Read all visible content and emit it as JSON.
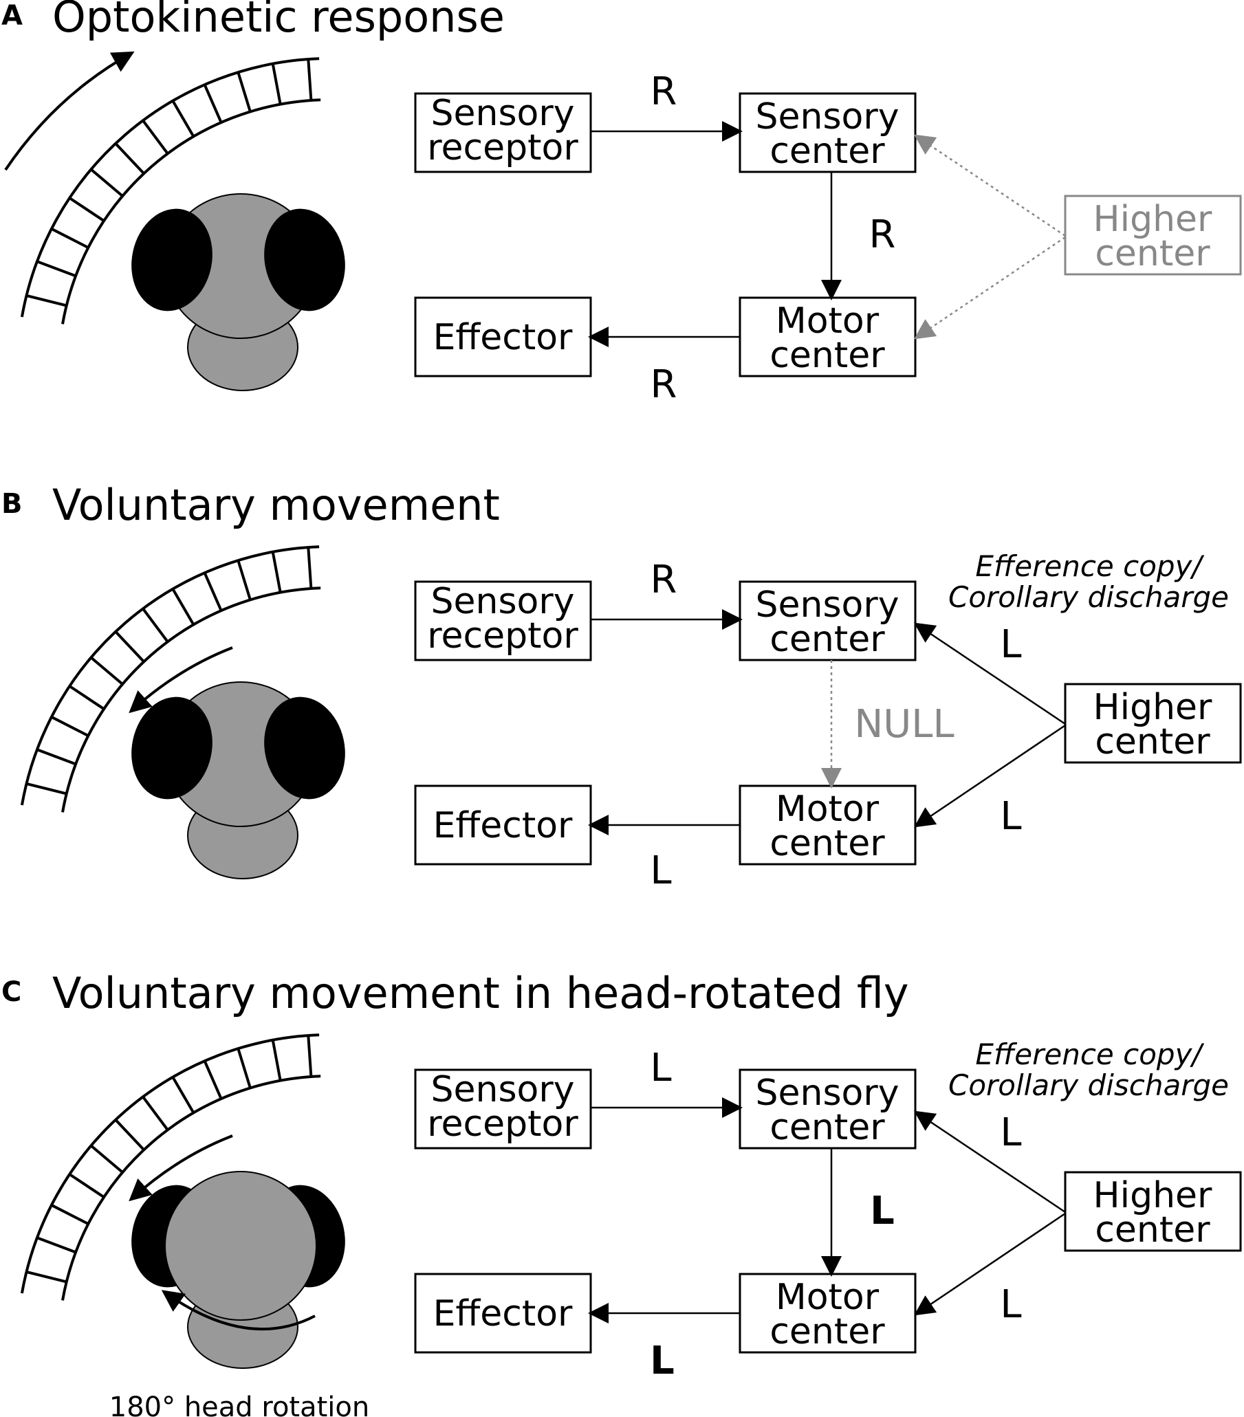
{
  "panels": [
    {
      "letter": "A",
      "title": "Optokinetic response",
      "boxes": {
        "sensory_receptor": [
          "Sensory",
          "receptor"
        ],
        "sensory_center": [
          "Sensory",
          "center"
        ],
        "higher_center": [
          "Higher",
          "center"
        ],
        "effector": [
          "Effector"
        ],
        "motor_center": [
          "Motor",
          "center"
        ]
      },
      "signals": {
        "receptor_to_sensory": "R",
        "sensory_to_motor": "R",
        "motor_to_effector": "R"
      },
      "higher_center_style": "faded-dotted"
    },
    {
      "letter": "B",
      "title": "Voluntary movement",
      "boxes": {
        "sensory_receptor": [
          "Sensory",
          "receptor"
        ],
        "sensory_center": [
          "Sensory",
          "center"
        ],
        "higher_center": [
          "Higher",
          "center"
        ],
        "effector": [
          "Effector"
        ],
        "motor_center": [
          "Motor",
          "center"
        ]
      },
      "signals": {
        "receptor_to_sensory": "R",
        "sensory_to_motor": "NULL",
        "motor_to_effector": "L",
        "higher_to_sensory": "L",
        "higher_to_motor": "L"
      },
      "efference_label": [
        "Efference copy/",
        "Corollary discharge"
      ]
    },
    {
      "letter": "C",
      "title": "Voluntary movement in head-rotated fly",
      "boxes": {
        "sensory_receptor": [
          "Sensory",
          "receptor"
        ],
        "sensory_center": [
          "Sensory",
          "center"
        ],
        "higher_center": [
          "Higher",
          "center"
        ],
        "effector": [
          "Effector"
        ],
        "motor_center": [
          "Motor",
          "center"
        ]
      },
      "signals": {
        "receptor_to_sensory": "L",
        "sensory_to_motor": "L",
        "motor_to_effector": "L",
        "higher_to_sensory": "L",
        "higher_to_motor": "L"
      },
      "efference_label": [
        "Efference copy/",
        "Corollary discharge"
      ],
      "caption": "180° head rotation"
    }
  ],
  "colors": {
    "fly_body": "#999999",
    "fly_eyes": "#000000",
    "faded": "#888888",
    "stroke": "#000000"
  },
  "icons": [
    "fly-head-icon",
    "striped-drum-icon",
    "rotation-arrow-icon"
  ]
}
